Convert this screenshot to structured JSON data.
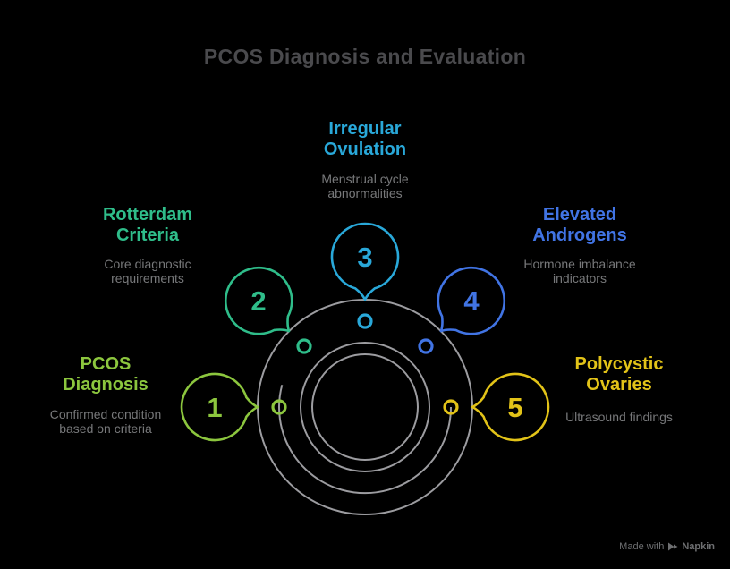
{
  "title": "PCOS Diagnosis and Evaluation",
  "watermark": {
    "prefix": "Made with",
    "brand": "Napkin"
  },
  "groups": [
    {
      "num": "1",
      "name_line1": "PCOS",
      "name_line2": "Diagnosis",
      "desc_line1": "Confirmed condition",
      "desc_line2": "based on criteria",
      "color": "#8cc63e"
    },
    {
      "num": "2",
      "name_line1": "Rotterdam",
      "name_line2": "Criteria",
      "desc_line1": "Core diagnostic",
      "desc_line2": "requirements",
      "color": "#2fbd8a"
    },
    {
      "num": "3",
      "name_line1": "Irregular",
      "name_line2": "Ovulation",
      "desc_line1": "Menstrual cycle",
      "desc_line2": "abnormalities",
      "color": "#29a8d9"
    },
    {
      "num": "4",
      "name_line1": "Elevated",
      "name_line2": "Androgens",
      "desc_line1": "Hormone imbalance",
      "desc_line2": "indicators",
      "color": "#4174e4"
    },
    {
      "num": "5",
      "name_line1": "Polycystic",
      "name_line2": "Ovaries",
      "desc_line1": "Ultrasound findings",
      "desc_line2": "",
      "color": "#e2c318"
    }
  ],
  "colors": {
    "orbit_gray": "#9c9ca0",
    "title_gray": "#4a4a4d",
    "desc_gray": "#77787a"
  }
}
